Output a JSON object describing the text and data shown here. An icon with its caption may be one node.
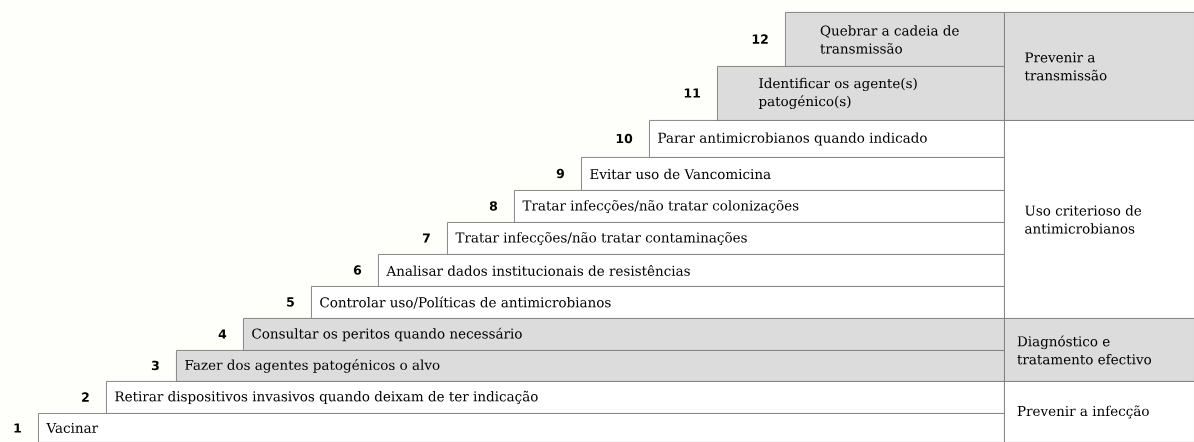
{
  "diagram": {
    "nodes": [
      {
        "text": [
          "Vacinar"
        ],
        "beside": [
          "1"
        ]
      },
      {
        "text": [
          "Retirar dispositivos invasivos quando deixam de ter indicação"
        ],
        "beside": [
          "2"
        ]
      },
      {
        "text": [
          "Fazer dos agentes patogénicos o alvo"
        ],
        "beside": [
          "3"
        ]
      },
      {
        "text": [
          "Consultar os peritos quando necessário"
        ],
        "beside": [
          "4"
        ]
      },
      {
        "text": [
          "Controlar uso/Políticas de antimicrobianos"
        ],
        "beside": [
          "5"
        ]
      },
      {
        "text": [
          "Analisar dados institucionais de resistências"
        ],
        "beside": [
          "6"
        ]
      },
      {
        "text": [
          "Tratar infecções/não tratar contaminações"
        ],
        "beside": [
          "7"
        ]
      },
      {
        "text": [
          "Tratar infecções/não tratar colonizações"
        ],
        "beside": [
          "8"
        ]
      },
      {
        "text": [
          "Evitar uso de Vancomicina"
        ],
        "beside": [
          "9"
        ]
      },
      {
        "text": [
          "Parar antimicrobianos quando indicado"
        ],
        "beside": [
          "10"
        ]
      },
      {
        "text": [
          "Identificar os agente(s) patogénico(s)"
        ],
        "beside": [
          "11"
        ]
      },
      {
        "text": [
          "Quebrar a cadeia de transmissão"
        ],
        "beside": [
          "12"
        ]
      },
      {
        "text": [
          "Prevenir a infecção"
        ]
      },
      {
        "text": [
          "Diagnóstico e tratamento efectivo"
        ]
      },
      {
        "text": [
          "Uso criterioso de antimicrobianos"
        ]
      },
      {
        "text": [
          "Prevenir a transmissão"
        ]
      }
    ]
  }
}
